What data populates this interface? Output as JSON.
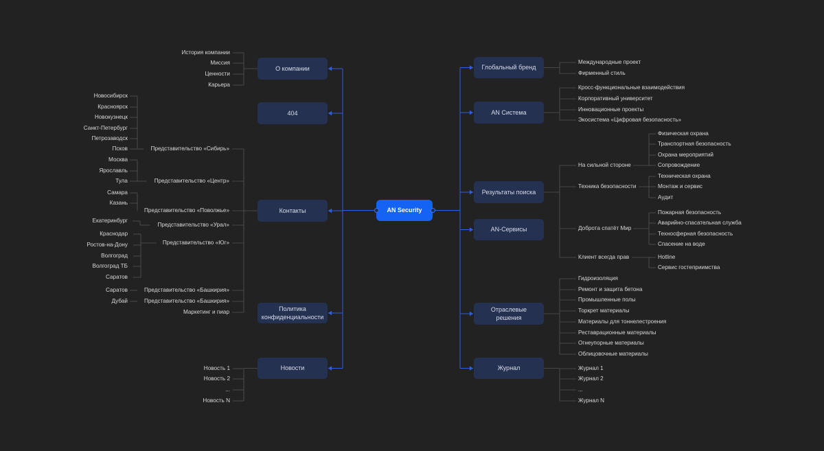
{
  "center": {
    "label": "AN Security"
  },
  "left": [
    {
      "label": "О компании",
      "children": [
        {
          "label": "История компании"
        },
        {
          "label": "Миссия"
        },
        {
          "label": "Ценности"
        },
        {
          "label": "Карьера"
        }
      ]
    },
    {
      "label": "404",
      "children": []
    },
    {
      "label": "Контакты",
      "children": [
        {
          "label": "Представительство «Сибирь»",
          "children": [
            {
              "label": "Новосибирск"
            },
            {
              "label": "Красноярск"
            },
            {
              "label": "Новокузнецк"
            },
            {
              "label": "Санкт-Петербург"
            },
            {
              "label": "Петрозаводск"
            },
            {
              "label": "Псков"
            }
          ]
        },
        {
          "label": "Представительство «Центр»",
          "children": [
            {
              "label": "Москва"
            },
            {
              "label": "Ярославль"
            },
            {
              "label": "Тула"
            }
          ]
        },
        {
          "label": "Представительство «Поволжье»",
          "children": [
            {
              "label": "Самара"
            },
            {
              "label": "Казань"
            }
          ]
        },
        {
          "label": "Представительство «Урал»",
          "children": [
            {
              "label": "Екатеринбург"
            }
          ]
        },
        {
          "label": "Представительство «Юг»",
          "children": [
            {
              "label": "Краснодар"
            },
            {
              "label": "Ростов-на-Дону"
            },
            {
              "label": "Волгоград"
            },
            {
              "label": "Волгоград ТБ"
            },
            {
              "label": "Саратов"
            }
          ]
        },
        {
          "label": "Представительство «Башкирия»",
          "children": [
            {
              "label": "Саратов"
            }
          ]
        },
        {
          "label": "Представительство «Башкирия»",
          "children": [
            {
              "label": "Дубай"
            }
          ]
        },
        {
          "label": "Маркетинг и пиар",
          "children": []
        }
      ]
    },
    {
      "label": "Политика конфиденциальности",
      "children": []
    },
    {
      "label": "Новости",
      "children": [
        {
          "label": "Новость 1"
        },
        {
          "label": "Новость 2"
        },
        {
          "label": "..."
        },
        {
          "label": "Новость N"
        }
      ]
    }
  ],
  "right": [
    {
      "label": "Глобальный бренд",
      "children": [
        {
          "label": "Международные проект"
        },
        {
          "label": "Фирменный стиль"
        }
      ]
    },
    {
      "label": "AN Система",
      "children": [
        {
          "label": "Кросс-функциональные взаимодействия"
        },
        {
          "label": "Корпоративный университет"
        },
        {
          "label": "Инновационные проекты"
        },
        {
          "label": "Экосистема «Цифровая безопасность»"
        }
      ]
    },
    {
      "label": "Результаты поиска",
      "children": [
        {
          "label": "На сильной стороне",
          "children": [
            {
              "label": "Физическая охрана"
            },
            {
              "label": "Транспортная безопасность"
            },
            {
              "label": "Охрана мероприятий"
            },
            {
              "label": "Сопровождение"
            }
          ]
        },
        {
          "label": "Техника безопасности",
          "children": [
            {
              "label": "Техническая охрана"
            },
            {
              "label": "Монтаж и сервис"
            },
            {
              "label": "Аудит"
            }
          ]
        },
        {
          "label": "Доброта спатёт Мир",
          "children": [
            {
              "label": "Пожарная безопасность"
            },
            {
              "label": "Аварийно-спасательная служба"
            },
            {
              "label": "Техносферная безопасность"
            },
            {
              "label": "Спасение на воде"
            }
          ]
        },
        {
          "label": "Клиент всегда прав",
          "children": [
            {
              "label": "Hotline"
            },
            {
              "label": "Сервис гостеприимства"
            }
          ]
        }
      ]
    },
    {
      "label": "AN-Сервисы",
      "children": []
    },
    {
      "label": "Отраслевые решения",
      "children": [
        {
          "label": "Гидроизоляция"
        },
        {
          "label": "Ремонт и защита бетона"
        },
        {
          "label": "Промышленные полы"
        },
        {
          "label": "Торкрет материалы"
        },
        {
          "label": "Материалы для тоннелестроения"
        },
        {
          "label": "Реставрационные материалы"
        },
        {
          "label": "Огнеупорные материалы"
        },
        {
          "label": "Облицовочные материалы"
        }
      ]
    },
    {
      "label": "Журнал",
      "children": [
        {
          "label": "Журнал 1"
        },
        {
          "label": "Журнал 2"
        },
        {
          "label": "..."
        },
        {
          "label": "Журнал N"
        }
      ]
    }
  ],
  "colors": {
    "background": "#222222",
    "node": "#243150",
    "center": "#1463f3",
    "main_line": "#2f5fe0",
    "leaf_line": "#555555"
  }
}
